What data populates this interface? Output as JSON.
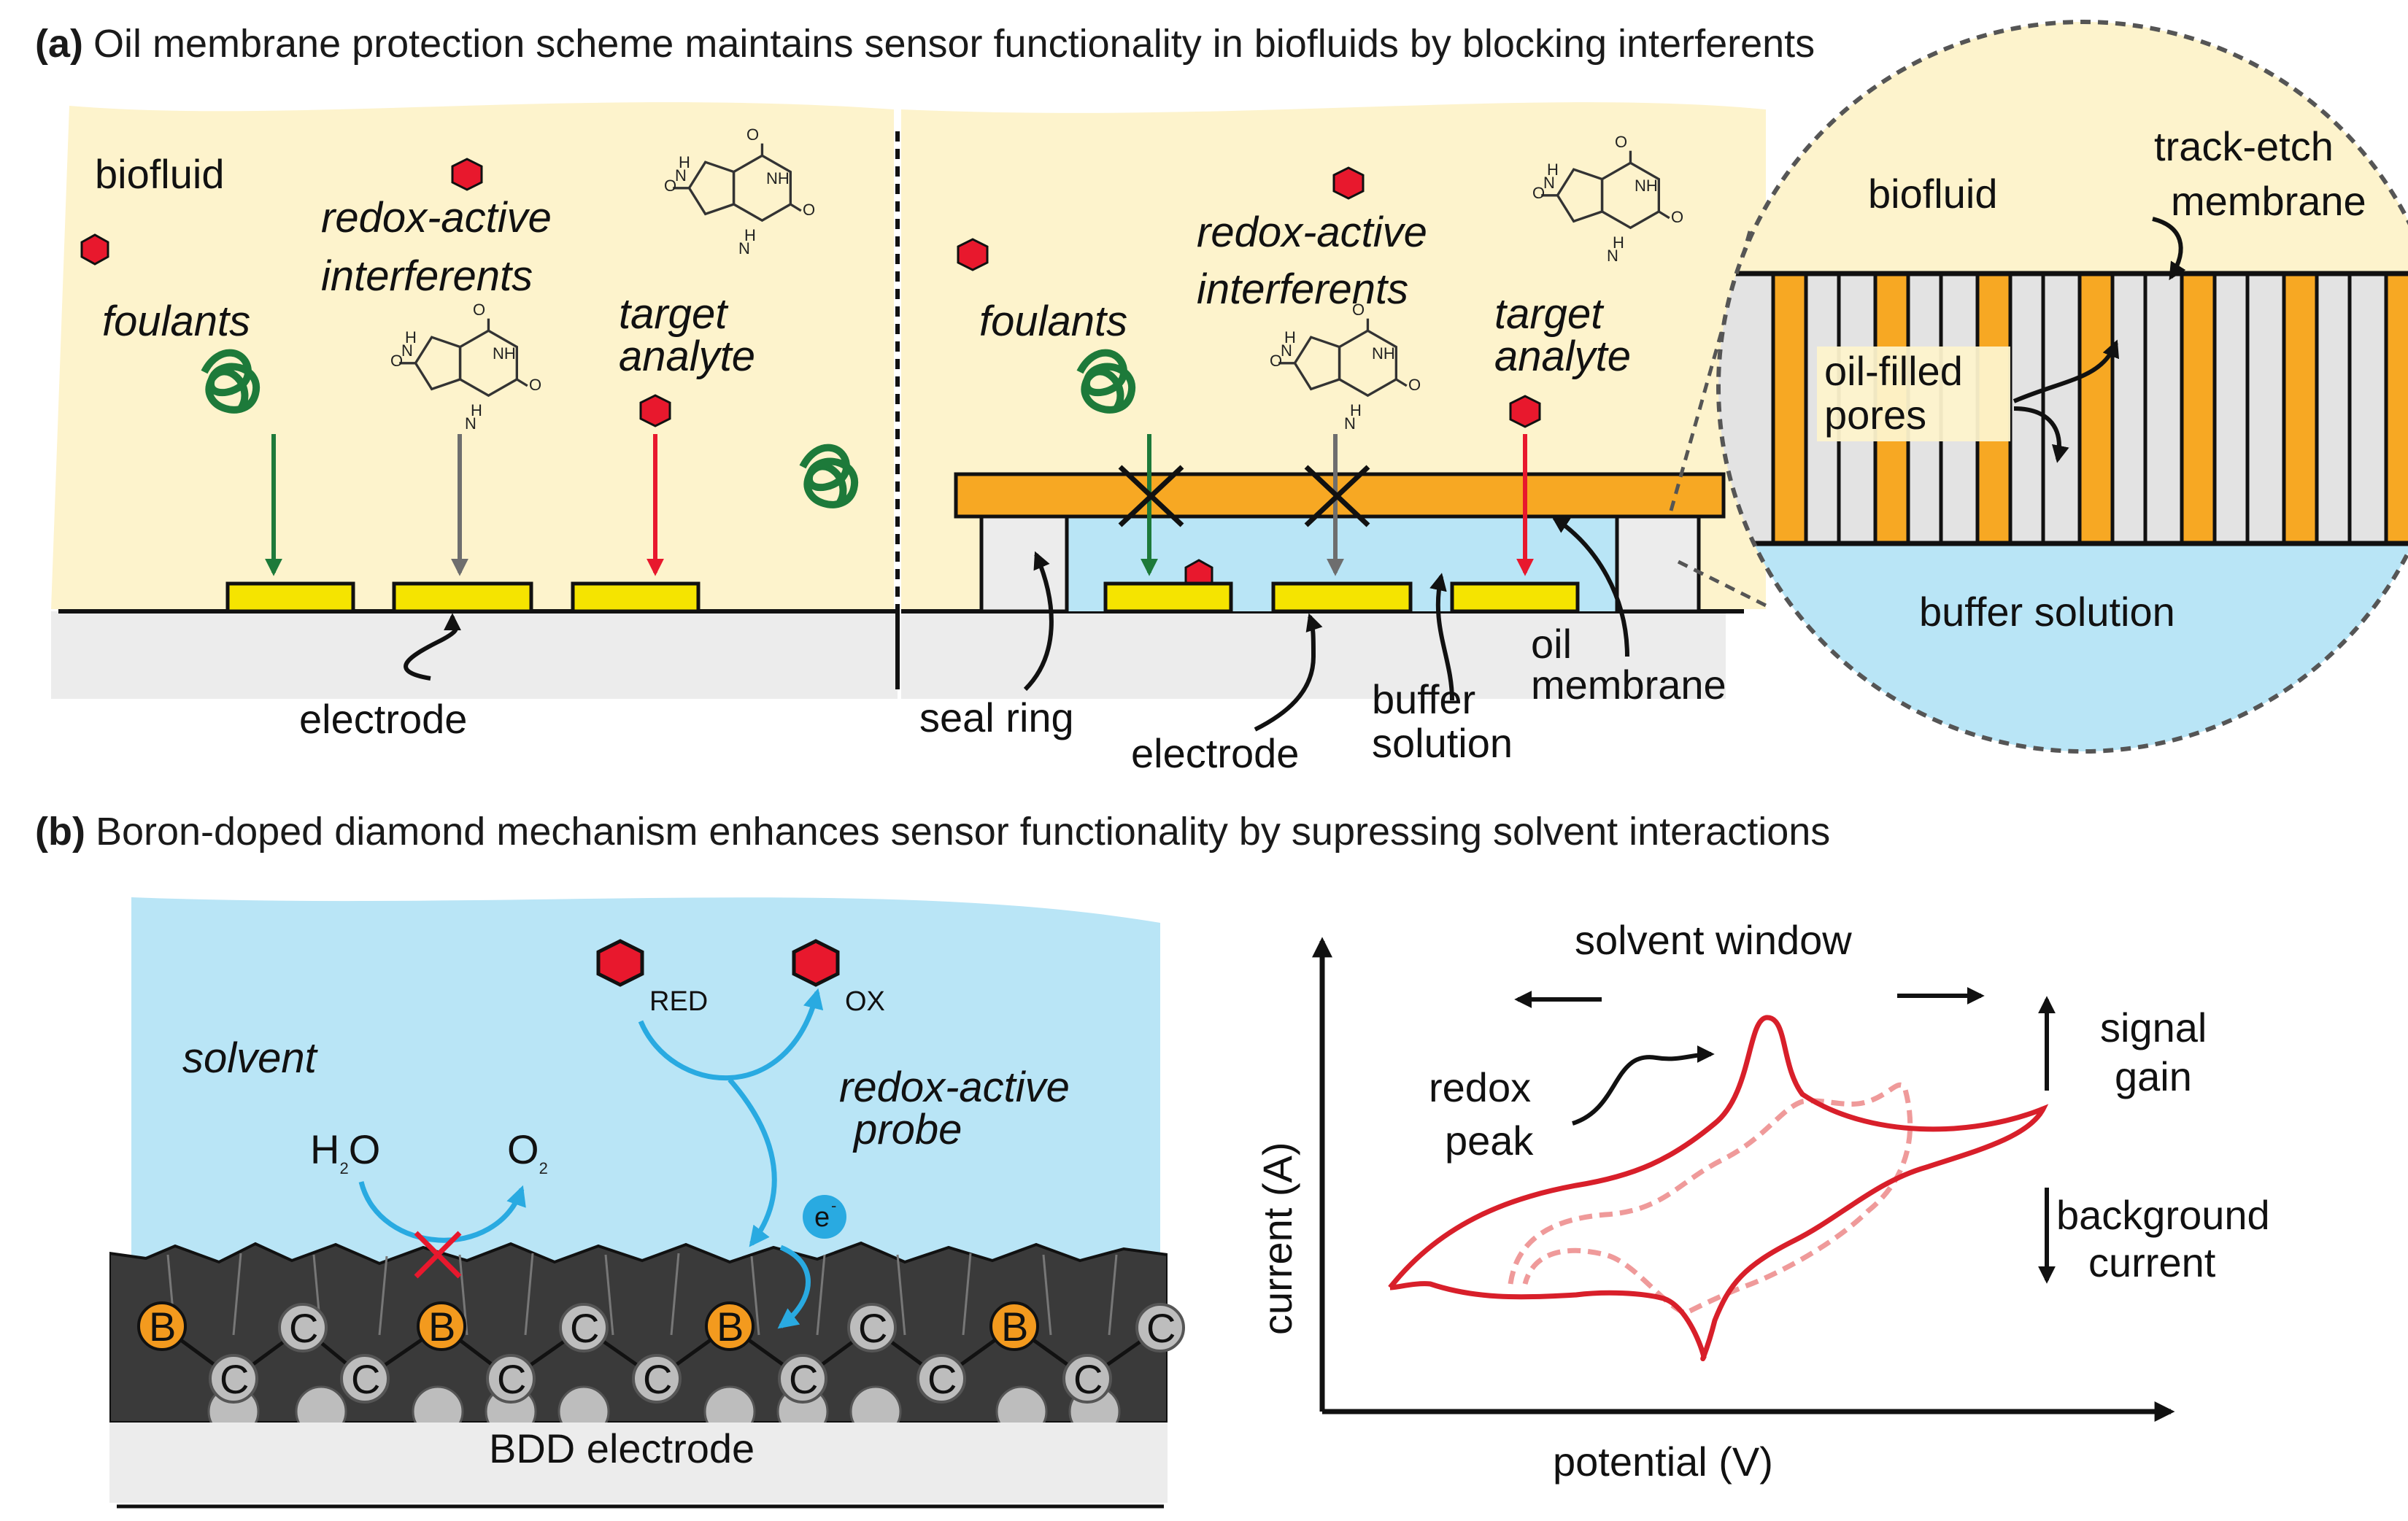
{
  "panel_a": {
    "letter": "(a)",
    "title": "Oil membrane protection scheme maintains sensor functionality in biofluids by blocking interferents",
    "left": {
      "biofluid": "biofluid",
      "foulants": "foulants",
      "redox_active_1": "redox-active",
      "redox_active_2": "interferents",
      "target_1": "target",
      "target_2": "analyte",
      "electrode": "electrode"
    },
    "right": {
      "foulants": "foulants",
      "redox_active_1": "redox-active",
      "redox_active_2": "interferents",
      "target_1": "target",
      "target_2": "analyte",
      "seal_ring": "seal ring",
      "electrode": "electrode",
      "buffer_1": "buffer",
      "buffer_2": "solution",
      "oil": "oil",
      "membrane": "membrane"
    },
    "zoom": {
      "biofluid": "biofluid",
      "track_etch_1": "track-etch",
      "track_etch_2": "membrane",
      "oil_filled_1": "oil-filled",
      "oil_filled_2": "pores",
      "buffer_solution": "buffer solution"
    },
    "molecule_atoms": {
      "o": "O",
      "nh": "NH",
      "h": "H",
      "n": "N"
    }
  },
  "panel_b": {
    "letter": "(b)",
    "title": "Boron-doped diamond mechanism enhances sensor functionality by supressing solvent interactions",
    "solvent": "solvent",
    "red": "RED",
    "ox": "OX",
    "probe_1": "redox-active",
    "probe_2": "probe",
    "h2o_h": "H",
    "h2o_sub": "2",
    "h2o_o": "O",
    "o2_o": "O",
    "o2_sub": "2",
    "electron": "e",
    "electron_sup": "-",
    "boron": "B",
    "carbon": "C",
    "electrode": "BDD electrode",
    "chart": {
      "window": "solvent window",
      "redox_1": "redox",
      "redox_2": "peak",
      "signal_1": "signal",
      "signal_2": "gain",
      "bg_1": "background",
      "bg_2": "current",
      "xlabel": "potential (V)",
      "ylabel": "current (A)"
    }
  },
  "colors": {
    "biofluid": "#fdf3cc",
    "buffer": "#b9e5f6",
    "electrode": "#f5e400",
    "membrane": "#f7a823",
    "foulants": "#1d7a3a",
    "interferents": "#6e6e6e",
    "target": "#e8182d",
    "probe": "#29aae1",
    "boron": "#f39a1e",
    "diamond": "#3a3a3a",
    "cv_solid": "#d81f2a",
    "cv_dashed": "#ef9a9a"
  }
}
